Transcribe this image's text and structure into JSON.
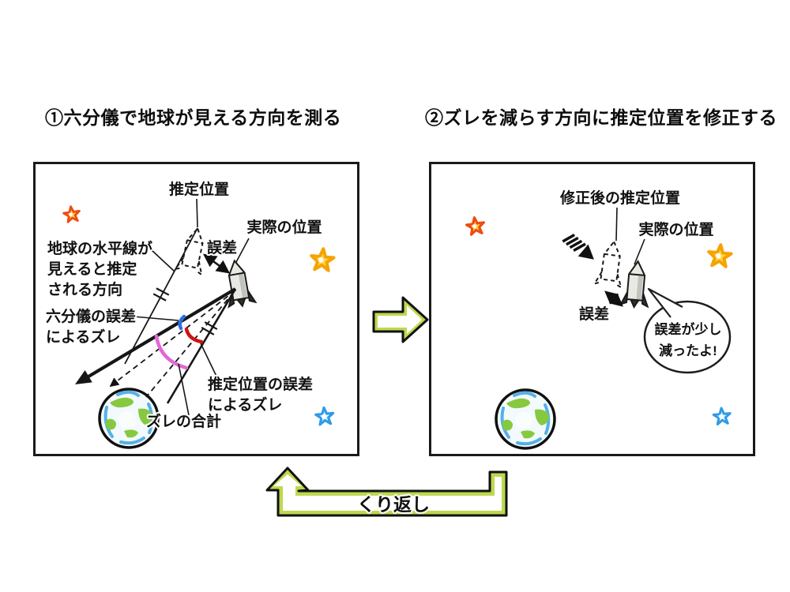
{
  "left_panel": {
    "title": "①六分儀で地球が見える方向を測る",
    "labels": {
      "estimated_position": "推定位置",
      "actual_position": "実際の位置",
      "error": "誤差",
      "horizon_dir_1": "地球の水平線が",
      "horizon_dir_2": "見えると推定",
      "horizon_dir_3": "される方向",
      "sextant_error_1": "六分儀の誤差",
      "sextant_error_2": "によるズレ",
      "position_error_1": "推定位置の誤差",
      "position_error_2": "によるズレ",
      "total_deviation": "ズレの合計"
    }
  },
  "right_panel": {
    "title": "②ズレを減らす方向に推定位置を修正する",
    "labels": {
      "corrected_position": "修正後の推定位置",
      "actual_position": "実際の位置",
      "error": "誤差",
      "speech_line_1": "誤差が少し",
      "speech_line_2": "減ったよ!"
    }
  },
  "repeat_arrow": {
    "label": "くり返し"
  },
  "colors": {
    "arrow_green": "#bcd94e",
    "arc_blue": "#2d6fe8",
    "arc_red": "#cf1212",
    "arc_pink": "#e06ad4",
    "star_orange_fill": "#ffd23e",
    "star_orange_stroke": "#f04a12",
    "star_gold_fill": "#ffd84a",
    "star_gold_stroke": "#f5a300",
    "star_blue_fill": "#e8f6ff",
    "star_blue_stroke": "#2e9be8",
    "earth_land": "#86c93f",
    "earth_sea": "#55b0e8",
    "rocket_body": "#e9e9e4"
  }
}
